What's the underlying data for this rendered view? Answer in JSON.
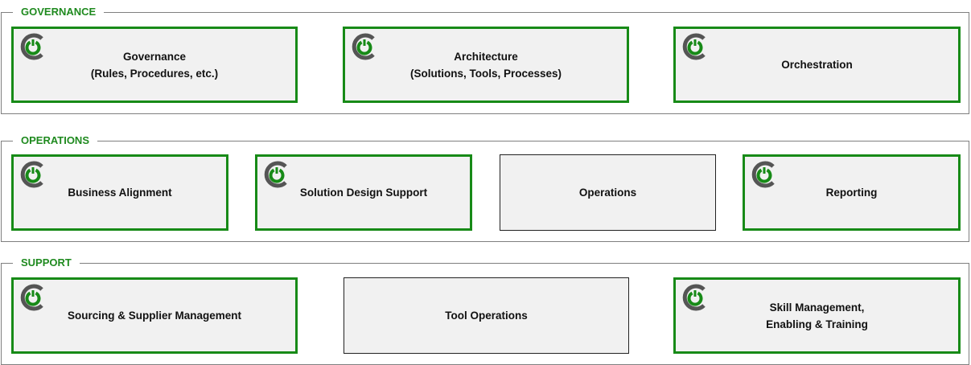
{
  "colors": {
    "accent": "#178a17",
    "logo_gray": "#555555",
    "box_fill": "#f1f1f1"
  },
  "sections": [
    {
      "title": "GOVERNANCE",
      "boxes": [
        {
          "line1": "Governance",
          "line2": "(Rules, Procedures, etc.)",
          "highlighted": true,
          "icon": "power-c-logo-icon"
        },
        {
          "line1": "Architecture",
          "line2": "(Solutions, Tools, Processes)",
          "highlighted": true,
          "icon": "power-c-logo-icon"
        },
        {
          "line1": "Orchestration",
          "line2": "",
          "highlighted": true,
          "icon": "power-c-logo-icon"
        }
      ]
    },
    {
      "title": "OPERATIONS",
      "boxes": [
        {
          "line1": "Business Alignment",
          "line2": "",
          "highlighted": true,
          "icon": "power-c-logo-icon"
        },
        {
          "line1": "Solution Design Support",
          "line2": "",
          "highlighted": true,
          "icon": "power-c-logo-icon"
        },
        {
          "line1": "Operations",
          "line2": "",
          "highlighted": false
        },
        {
          "line1": "Reporting",
          "line2": "",
          "highlighted": true,
          "icon": "power-c-logo-icon"
        }
      ]
    },
    {
      "title": "SUPPORT",
      "boxes": [
        {
          "line1": "Sourcing & Supplier Management",
          "line2": "",
          "highlighted": true,
          "icon": "power-c-logo-icon"
        },
        {
          "line1": "Tool Operations",
          "line2": "",
          "highlighted": false
        },
        {
          "line1": "Skill Management,",
          "line2": "Enabling & Training",
          "highlighted": true,
          "icon": "power-c-logo-icon"
        }
      ]
    }
  ]
}
